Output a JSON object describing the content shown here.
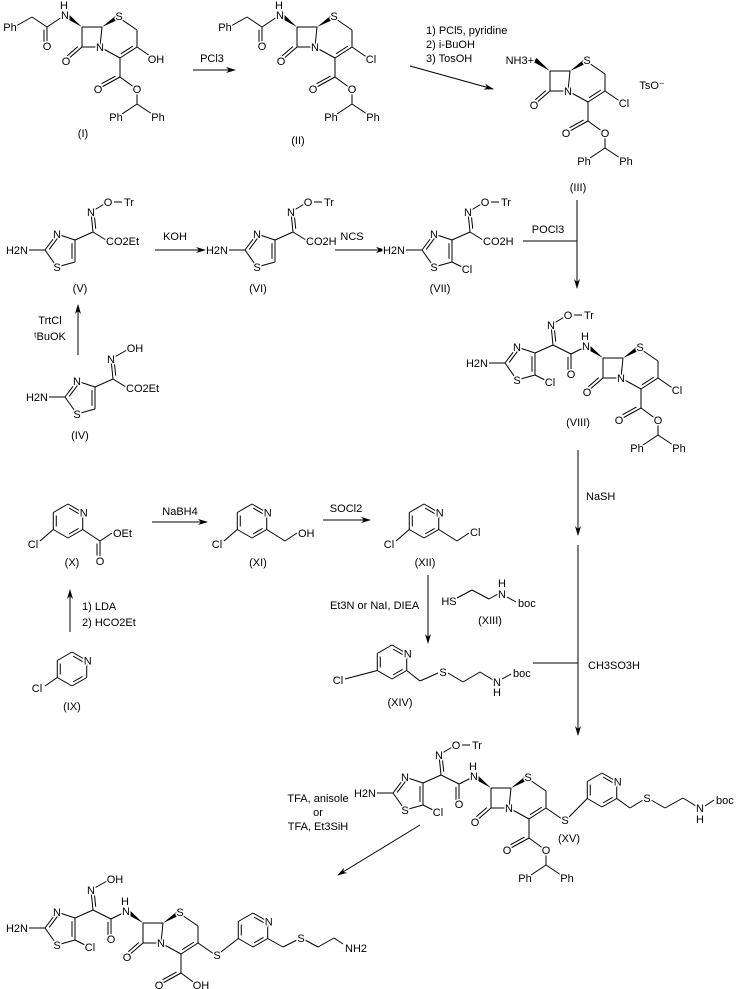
{
  "compounds": {
    "I": {
      "label": "(I)",
      "ph": "Ph",
      "amide_O": "O",
      "NH_N": "N",
      "NH_H": "H",
      "lactam_O": "O",
      "N": "N",
      "S": "S",
      "sub": "OH",
      "ester_O": "O",
      "ester_O2": "O",
      "ph1": "Ph",
      "ph2": "Ph"
    },
    "II": {
      "label": "(II)",
      "ph": "Ph",
      "amide_O": "O",
      "NH_N": "N",
      "NH_H": "H",
      "lactam_O": "O",
      "N": "N",
      "S": "S",
      "sub": "Cl",
      "ester_O": "O",
      "ester_O2": "O",
      "ph1": "Ph",
      "ph2": "Ph"
    },
    "III": {
      "label": "(III)",
      "amine": "NH3+",
      "counterion": "TsO⁻",
      "lactam_O": "O",
      "N": "N",
      "S": "S",
      "sub": "Cl",
      "ester_O": "O",
      "ester_O2": "O",
      "ph1": "Ph",
      "ph2": "Ph"
    },
    "IV": {
      "label": "(IV)",
      "H2N": "H2N",
      "N": "N",
      "S": "S",
      "oxime_N": "N",
      "OH": "OH",
      "acid": "CO2Et"
    },
    "V": {
      "label": "(V)",
      "H2N": "H2N",
      "N": "N",
      "S": "S",
      "oxime_N": "N",
      "oxime_O": "O",
      "Tr": "Tr",
      "acid": "CO2Et"
    },
    "VI": {
      "label": "(VI)",
      "H2N": "H2N",
      "N": "N",
      "S": "S",
      "oxime_N": "N",
      "oxime_O": "O",
      "Tr": "Tr",
      "acid": "CO2H"
    },
    "VII": {
      "label": "(VII)",
      "H2N": "H2N",
      "N": "N",
      "S": "S",
      "Cl": "Cl",
      "oxime_N": "N",
      "oxime_O": "O",
      "Tr": "Tr",
      "acid": "CO2H"
    },
    "VIII": {
      "label": "(VIII)",
      "H2N": "H2N",
      "N": "N",
      "S": "S",
      "Cl": "Cl",
      "oxime_N": "N",
      "oxime_O": "O",
      "Tr": "Tr",
      "amide_O": "O",
      "NH_N": "N",
      "NH_H": "H",
      "ceph": {
        "lactam_O": "O",
        "N": "N",
        "S": "S",
        "sub": "Cl",
        "ester_O": "O",
        "ester_O2": "O",
        "ph1": "Ph",
        "ph2": "Ph"
      }
    },
    "IX": {
      "label": "(IX)",
      "Cl": "Cl",
      "N": "N"
    },
    "X": {
      "label": "(X)",
      "Cl": "Cl",
      "N": "N",
      "carbonyl_O": "O",
      "OEt": "OEt"
    },
    "XI": {
      "label": "(XI)",
      "Cl": "Cl",
      "N": "N",
      "OH": "OH"
    },
    "XII": {
      "label": "(XII)",
      "Cl": "Cl",
      "N": "N",
      "Cl2": "Cl"
    },
    "XIII": {
      "label": "(XIII)",
      "HS": "HS",
      "N": "N",
      "H": "H",
      "boc": "boc"
    },
    "XIV": {
      "label": "(XIV)",
      "Cl": "Cl",
      "N": "N",
      "S": "S",
      "NH_N": "N",
      "NH_H": "H",
      "boc": "boc"
    },
    "XV": {
      "label": "(XV)",
      "H2N": "H2N",
      "N": "N",
      "S": "S",
      "Cl": "Cl",
      "oxime_N": "N",
      "oxime_O": "O",
      "Tr": "Tr",
      "amide_O": "O",
      "NH_N": "N",
      "NH_H": "H",
      "ceph": {
        "lactam_O": "O",
        "N": "N",
        "S": "S",
        "sub": "S",
        "ester_O": "O",
        "ester_O2": "O",
        "ph1": "Ph",
        "ph2": "Ph"
      },
      "pyr_N": "N",
      "chain_S": "S",
      "chain_N": "N",
      "chain_H": "H",
      "boc": "boc"
    },
    "final": {
      "H2N": "H2N",
      "N": "N",
      "S": "S",
      "Cl": "Cl",
      "oxime_N": "N",
      "OH": "OH",
      "amide_O": "O",
      "NH_N": "N",
      "NH_H": "H",
      "ceph": {
        "lactam_O": "O",
        "N": "N",
        "S": "S",
        "sub": "S",
        "ester_O": "O",
        "ester_O2": "OH"
      },
      "pyr_N": "N",
      "chain_S": "S",
      "NH2": "NH2"
    }
  },
  "reagents": {
    "pcl3": "PCl3",
    "step_II_III": [
      "1) PCl5, pyridine",
      "2) i-BuOH",
      "3) TosOH"
    ],
    "koh": "KOH",
    "ncs": "NCS",
    "pocl3": "POCl3",
    "trityl": [
      "TrtCl",
      "ᵗBuOK"
    ],
    "nash": "NaSH",
    "nabh4": "NaBH4",
    "socl2": "SOCl2",
    "coupling": "Et3N  or NaI, DIEA",
    "lda": [
      "1) LDA",
      "2) HCO2Et"
    ],
    "ch3so3h": "CH3SO3H",
    "deprotect": [
      "TFA, anisole",
      "or",
      "TFA, Et3SiH"
    ]
  }
}
